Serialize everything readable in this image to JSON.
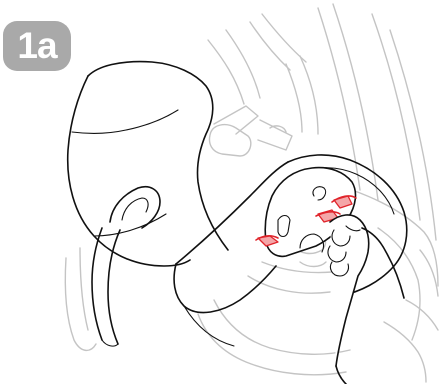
{
  "step": {
    "label": "1a"
  },
  "colors": {
    "badge": "#a9a9a9",
    "outline": "#111111",
    "ghost": "#c4c4c4",
    "highlight": "#e0242b"
  },
  "illustration": {
    "subject": "infant-car-seat-shell-and-base",
    "highlight_count": 3
  }
}
